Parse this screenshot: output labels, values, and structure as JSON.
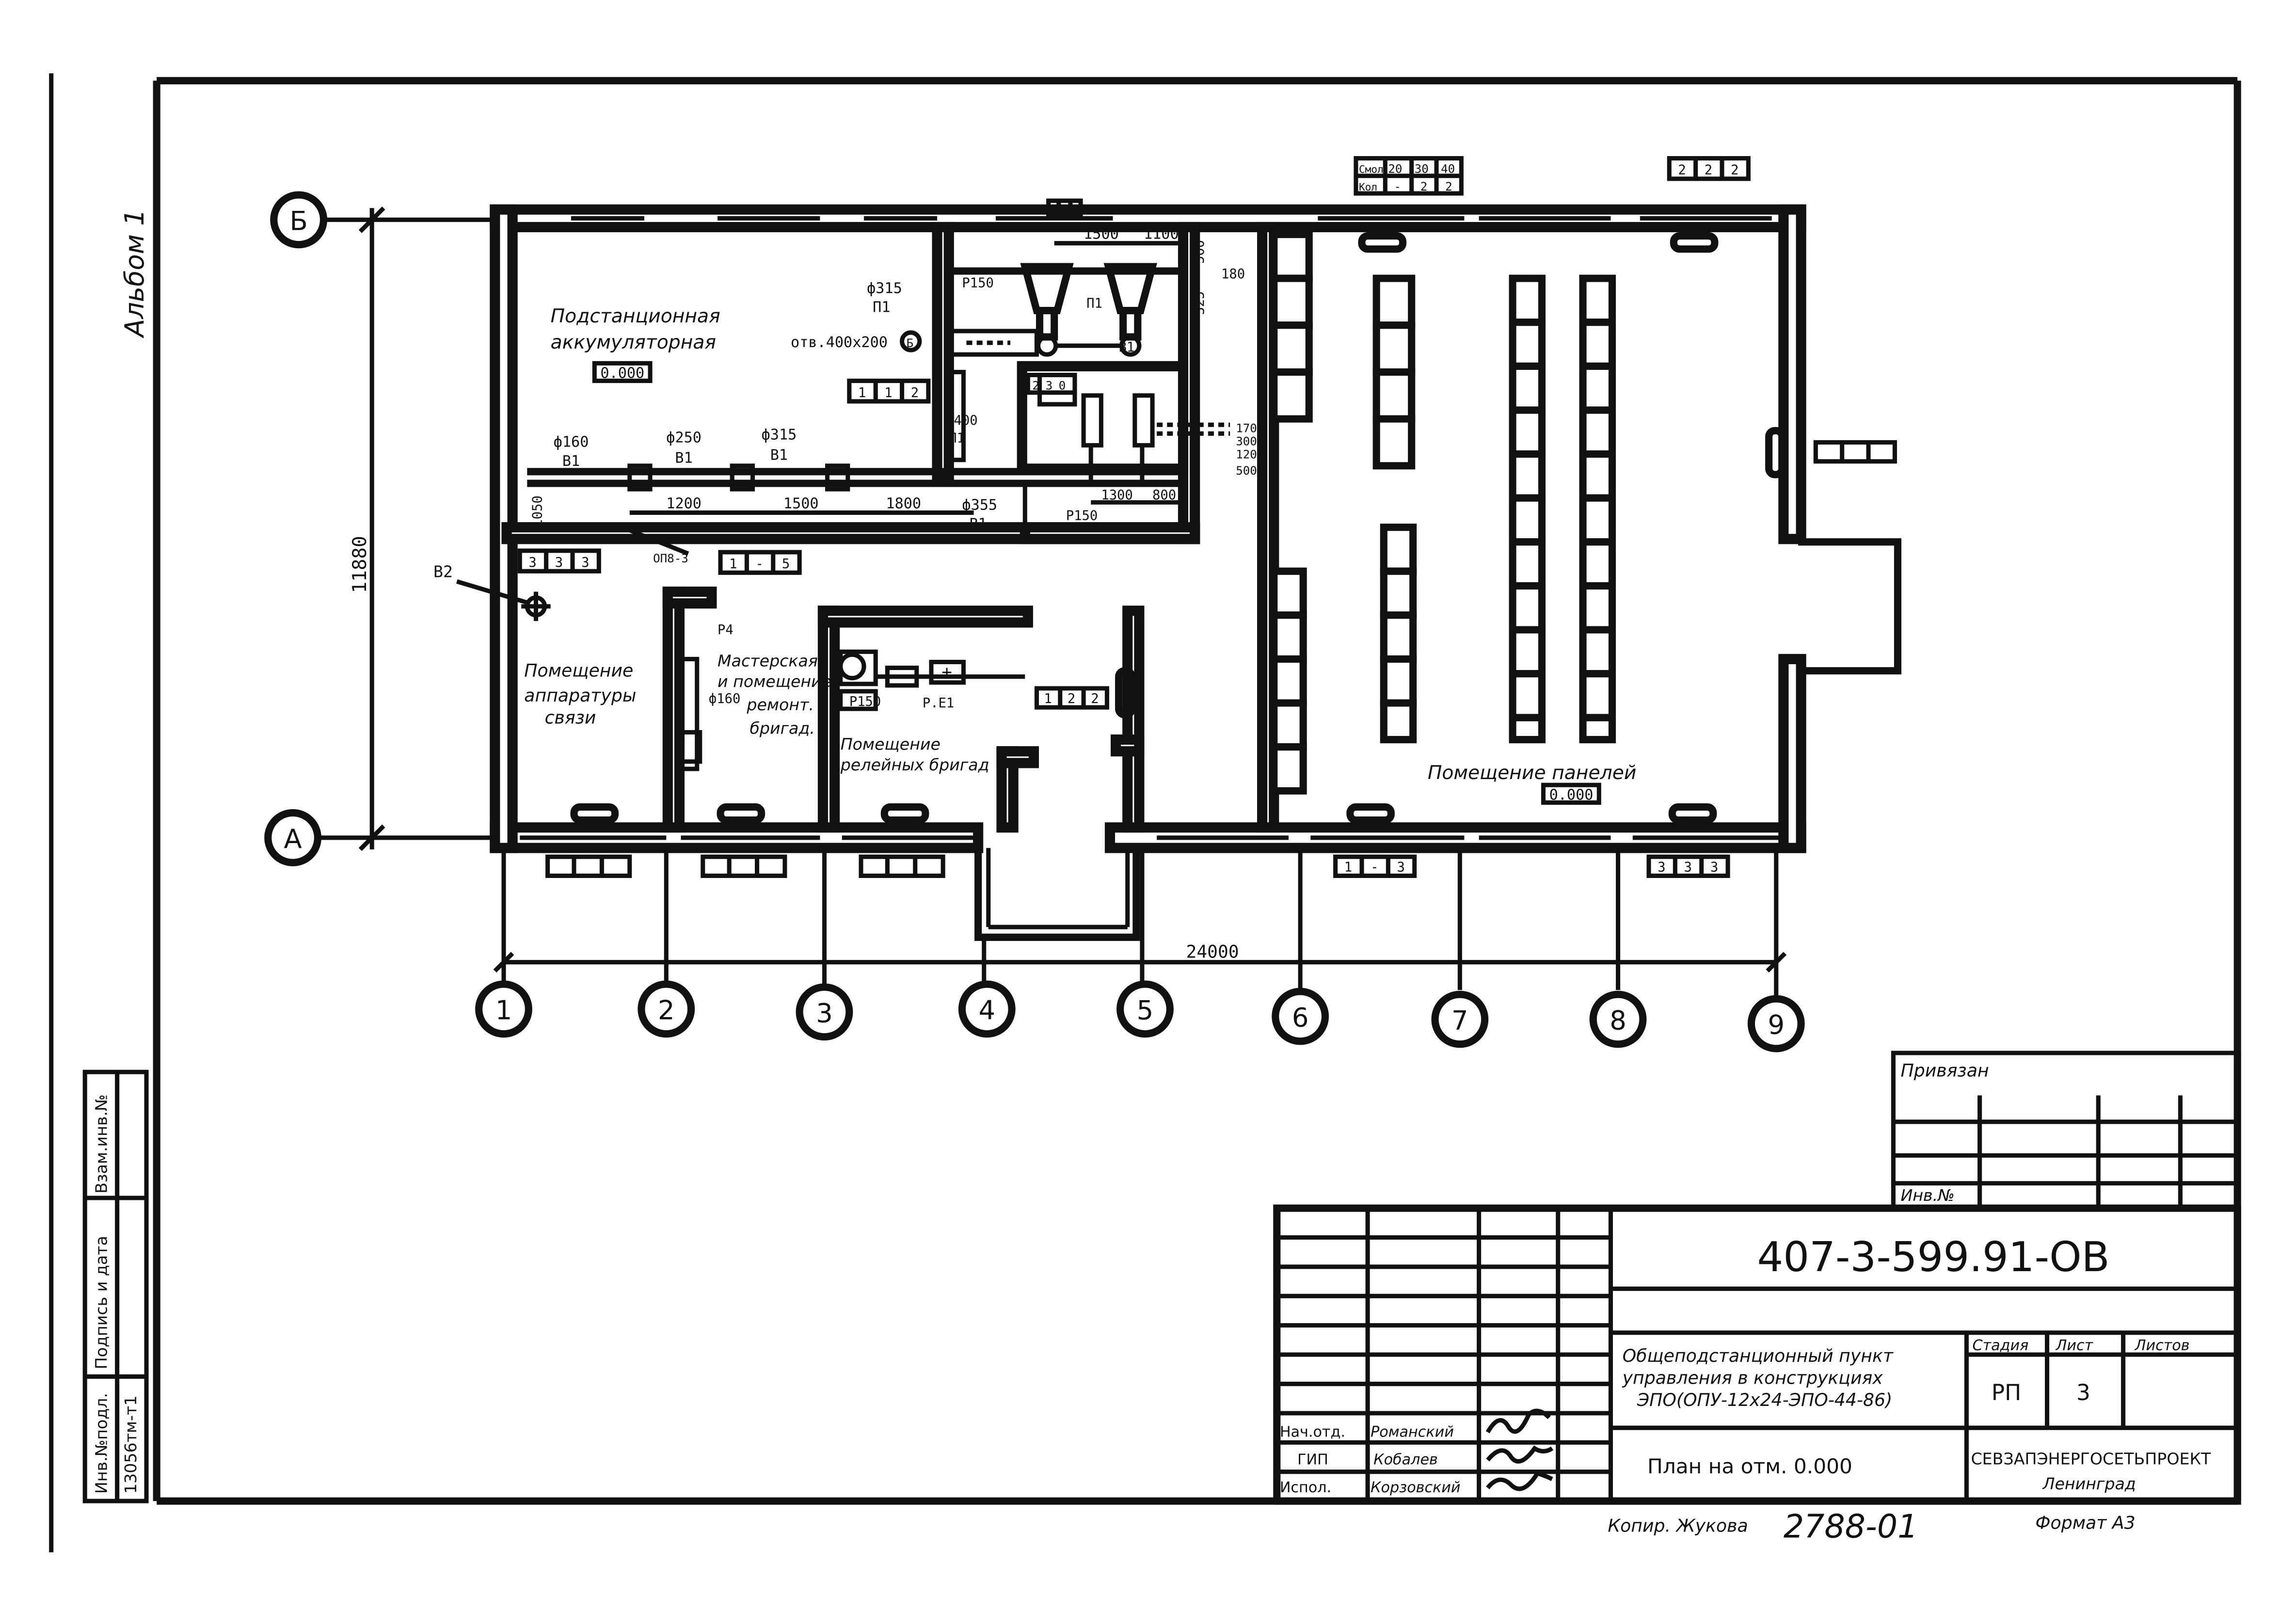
{
  "album_label": "Альбом 1",
  "axes": {
    "rows": [
      "Б",
      "А"
    ],
    "columns": [
      "1",
      "2",
      "3",
      "4",
      "5",
      "6",
      "7",
      "8",
      "9"
    ]
  },
  "dimensions": {
    "total_length": "24000",
    "total_height": "11880",
    "pipe_segments": [
      "1200",
      "1500",
      "1800"
    ],
    "top_segments": [
      "1500",
      "1100"
    ],
    "right_stack": [
      "500",
      "325",
      "180"
    ],
    "right_stack2": [
      "170",
      "300",
      "120",
      "500"
    ],
    "lower_segments": [
      "1300",
      "800"
    ],
    "side_1050": "1050"
  },
  "rooms": [
    {
      "id": "accumulator",
      "lines": [
        "Подстанционная",
        "аккумуляторная"
      ],
      "level": "0.000"
    },
    {
      "id": "comm",
      "lines": [
        "Помещение",
        "аппаратуры",
        "связи"
      ]
    },
    {
      "id": "workshop",
      "lines": [
        "Мастерская",
        "и помещение",
        "ремонт.",
        "бригад."
      ]
    },
    {
      "id": "relay",
      "lines": [
        "Помещение",
        "релейных бригад"
      ]
    },
    {
      "id": "panels",
      "lines": [
        "Помещение панелей"
      ],
      "level": "0.000"
    }
  ],
  "pipe_labels": {
    "d315_p1": "ф315",
    "p1": "П1",
    "otv": "отв.400х200",
    "b3": "Б",
    "p150": "Р150",
    "p1b": "П1",
    "d400": "ф400",
    "p1c": "П1",
    "d160": "ф160",
    "b1a": "В1",
    "d250": "ф250",
    "b1b": "В1",
    "d315b": "ф315",
    "b1c": "В1",
    "d355": "ф355",
    "b1d": "В1",
    "p150b": "Р150",
    "r4": "Р4",
    "d160b": "ф160",
    "p150c": "Р150",
    "re1": "Р.Е1",
    "b2": "В2",
    "b1e": "В1",
    "opg": "ОП8-3"
  },
  "tag_tables": {
    "top_small": [
      [
        "Смол",
        "20",
        "30",
        "40"
      ],
      [
        "Кол",
        "-",
        "2",
        "2"
      ]
    ],
    "top_right": [
      "2",
      "2",
      "2"
    ],
    "mid_acc": [
      "1",
      "1",
      "2"
    ],
    "mid_small": [
      "2",
      "3",
      "0"
    ],
    "left_row": [
      "3",
      "3",
      "3"
    ],
    "mid_pipe": [
      "1",
      "-",
      "5"
    ],
    "relay": [
      "1",
      "2",
      "2"
    ],
    "bottom_6": [
      "1",
      "-",
      "3"
    ],
    "bottom_8": [
      "3",
      "3",
      "3"
    ]
  },
  "title_block": {
    "attached": "Привязан",
    "inv_no": "Инв.№",
    "drawing_code": "407-3-599.91-ОВ",
    "description_lines": [
      "Общеподстанционный пункт",
      "управления в конструкциях",
      "ЭПО(ОПУ-12х24-ЭПО-44-86)"
    ],
    "sheet_title": "План на отм. 0.000",
    "stage_label": "Стадия",
    "sheet_label": "Лист",
    "sheets_label": "Листов",
    "stage": "РП",
    "sheet": "3",
    "org_lines": [
      "СЕВЗАПЭНЕРГОСЕТЬПРОЕКТ",
      "Ленинград"
    ],
    "roles": [
      {
        "role": "Нач.отд.",
        "name": "Романский"
      },
      {
        "role": "ГИП",
        "name": "Кобалев"
      },
      {
        "role": "Испол.",
        "name": "Корзовский"
      }
    ]
  },
  "side_stamp": [
    "Инв.№подл.",
    "Подпись и дата",
    "Взам.инв.№"
  ],
  "side_stamp_value": "13056тм-т1",
  "footer": {
    "copy": "Копир. Жукова",
    "number": "2788-01",
    "format": "Формат А3"
  }
}
